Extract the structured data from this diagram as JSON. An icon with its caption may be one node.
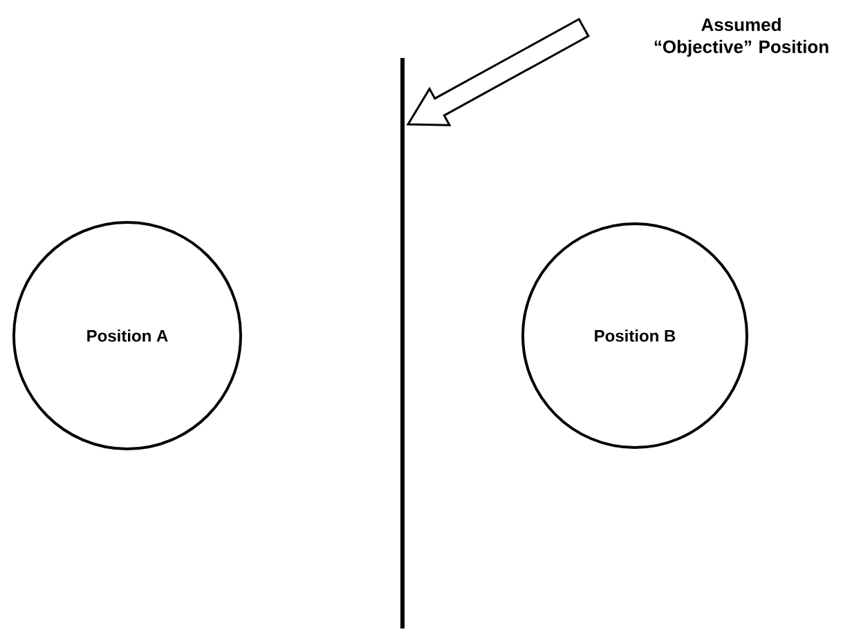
{
  "diagram": {
    "nodes": [
      {
        "text": [
          "Assumed “Objective” Position"
        ]
      },
      {
        "text": [],
        "shape": "bar"
      },
      {
        "text": [
          "Position A"
        ]
      },
      {
        "text": [
          "Position B"
        ]
      }
    ],
    "edges": [
      {
        "from": 0,
        "to": 1,
        "arrow": "to"
      }
    ]
  }
}
